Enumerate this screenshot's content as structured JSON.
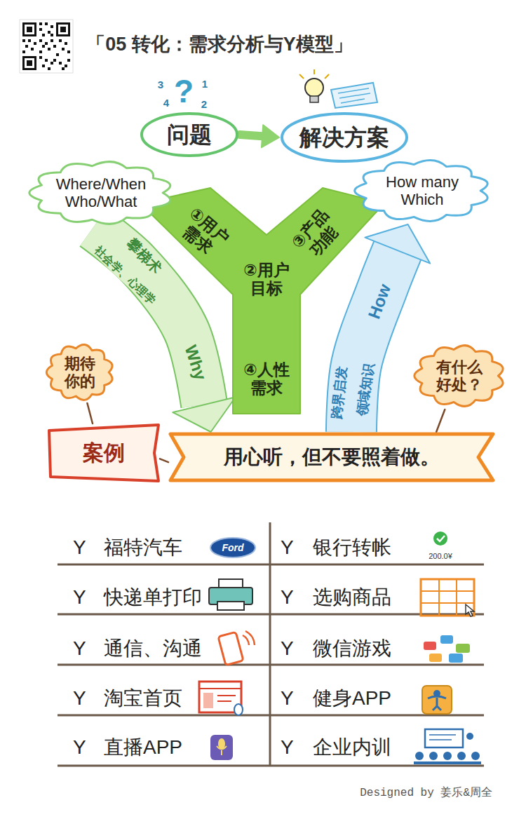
{
  "diagram": {
    "title": "「05 转化：需求分析与Y模型」",
    "nodes": [
      {
        "text": [
          "问题"
        ]
      },
      {
        "text": [
          "解决方案"
        ]
      },
      {
        "text": [
          "Where/When Who/What"
        ]
      },
      {
        "text": [
          "①用户需求",
          "②用户目标",
          "③产品功能",
          "④人性需求"
        ]
      },
      {
        "text": [
          "How many Which"
        ]
      },
      {
        "text": [
          "期待你的"
        ]
      },
      {
        "text": [
          "案例"
        ]
      },
      {
        "text": [
          "用心听，但不要照着做。"
        ]
      },
      {
        "text": [
          "有什么好处？"
        ]
      }
    ],
    "edges": [
      {
        "from": 0,
        "to": 1,
        "arrow": "to"
      },
      {
        "from": 2,
        "to": 7,
        "arrow": "to",
        "label": "Why"
      },
      {
        "from": 7,
        "to": 4,
        "arrow": "to",
        "label": "How"
      },
      {
        "from": 5,
        "to": 6,
        "arrow": "none"
      },
      {
        "from": 6,
        "to": 7,
        "arrow": "none"
      },
      {
        "from": 8,
        "to": 7,
        "arrow": "none"
      }
    ],
    "labels": [
      "3",
      "?",
      "1",
      "4",
      "2",
      "攀梯术",
      "社会学、心理学",
      "跨界启发",
      "领域知识",
      "Y",
      "福特汽车",
      "Ford",
      "Y",
      "银行转帐",
      "200.0¥",
      "Y",
      "快递单打印",
      "Y",
      "选购商品",
      "Y",
      "通信、沟通",
      "Y",
      "微信游戏",
      "Y",
      "淘宝首页",
      "Y",
      "健身APP",
      "Y",
      "直播APP",
      "Y",
      "企业内训",
      "Designed by 姜乐&周全"
    ]
  }
}
